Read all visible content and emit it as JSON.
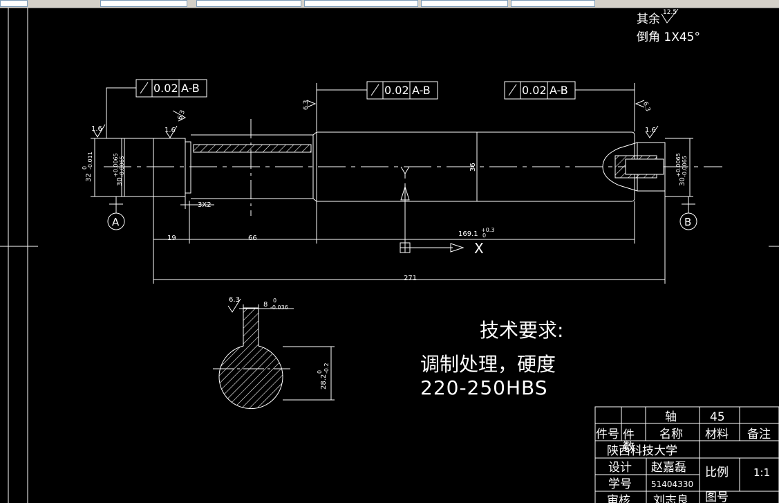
{
  "toolbar": {
    "segments": [
      "",
      "",
      "",
      "",
      "",
      ""
    ]
  },
  "drawing": {
    "surface_note": {
      "rest_label": "其余",
      "rest_value": "12.5",
      "chamfer": "倒角 1X45°"
    },
    "tolerance_frames": [
      {
        "value": "0.02",
        "datum": "A-B"
      },
      {
        "value": "0.02",
        "datum": "A-B"
      },
      {
        "value": "0.02",
        "datum": "A-B"
      }
    ],
    "roughness": [
      "1.6",
      "1.6",
      "6.3",
      "6.3",
      "6.3",
      "1.6",
      "6.3"
    ],
    "diameters": {
      "d32": "32",
      "d32_tol_up": "0",
      "d32_tol_low": "-0.011",
      "d30_left": "30",
      "d30_left_tol_up": "+0.0065",
      "d30_left_tol_low": "-0.0065",
      "d36": "36",
      "d30_right": "30",
      "d30_right_tol_up": "+0.0065",
      "d30_right_tol_low": "-0.0065"
    },
    "datums": {
      "a": "A",
      "b": "B"
    },
    "groove": "3X2",
    "lengths": {
      "l19": "19",
      "l66": "66",
      "l169": "169.1",
      "l169_tol_up": "+0.3",
      "l169_tol_low": "0",
      "l271": "271"
    },
    "axis_marker": "X",
    "section": {
      "key_width": "8",
      "key_tol_up": "0",
      "key_tol_low": "-0.036",
      "depth": "28.2",
      "depth_tol_up": "0",
      "depth_tol_low": "-0.2",
      "roughness": "6.3"
    },
    "tech": {
      "heading": "技术要求:",
      "line1": "调制处理，硬度",
      "line2": "220-250HBS"
    }
  },
  "title_block": {
    "part_name": "轴",
    "material_value": "45",
    "col_part_no": "件号",
    "col_qty": "件数",
    "col_name": "名称",
    "col_material": "材料",
    "col_remark": "备注",
    "school": "陕西科技大学",
    "design_label": "设计",
    "designer": "赵嘉磊",
    "scale_label": "比例",
    "scale_value": "1:1",
    "student_no_label": "学号",
    "student_no": "51404330",
    "review_label": "审核",
    "reviewer": "刘志良",
    "drawing_no_label": "图号"
  },
  "colors": {
    "background": "#000000",
    "lines": "#ffffff"
  }
}
